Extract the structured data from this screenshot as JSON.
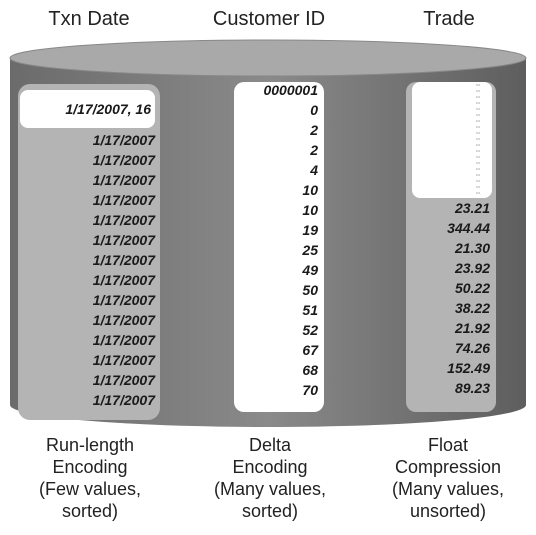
{
  "headers": [
    "Txn Date",
    "Customer ID",
    "Trade"
  ],
  "columns": {
    "txn_date": {
      "first": "1/17/2007, 16",
      "values": [
        "1/17/2007",
        "1/17/2007",
        "1/17/2007",
        "1/17/2007",
        "1/17/2007",
        "1/17/2007",
        "1/17/2007",
        "1/17/2007",
        "1/17/2007",
        "1/17/2007",
        "1/17/2007",
        "1/17/2007",
        "1/17/2007",
        "1/17/2007"
      ]
    },
    "customer_id": {
      "values": [
        "0000001",
        "0",
        "2",
        "2",
        "4",
        "10",
        "10",
        "19",
        "25",
        "49",
        "50",
        "51",
        "52",
        "67",
        "68",
        "70"
      ]
    },
    "trade": {
      "values": [
        "23.21",
        "344.44",
        "21.30",
        "23.92",
        "50.22",
        "38.22",
        "21.92",
        "74.26",
        "152.49",
        "89.23"
      ]
    }
  },
  "captions": [
    [
      "Run-length",
      "Encoding",
      "(Few values,",
      "sorted)"
    ],
    [
      "Delta",
      "Encoding",
      "(Many values,",
      "sorted)"
    ],
    [
      "Float",
      "Compression",
      "(Many values,",
      "unsorted)"
    ]
  ]
}
